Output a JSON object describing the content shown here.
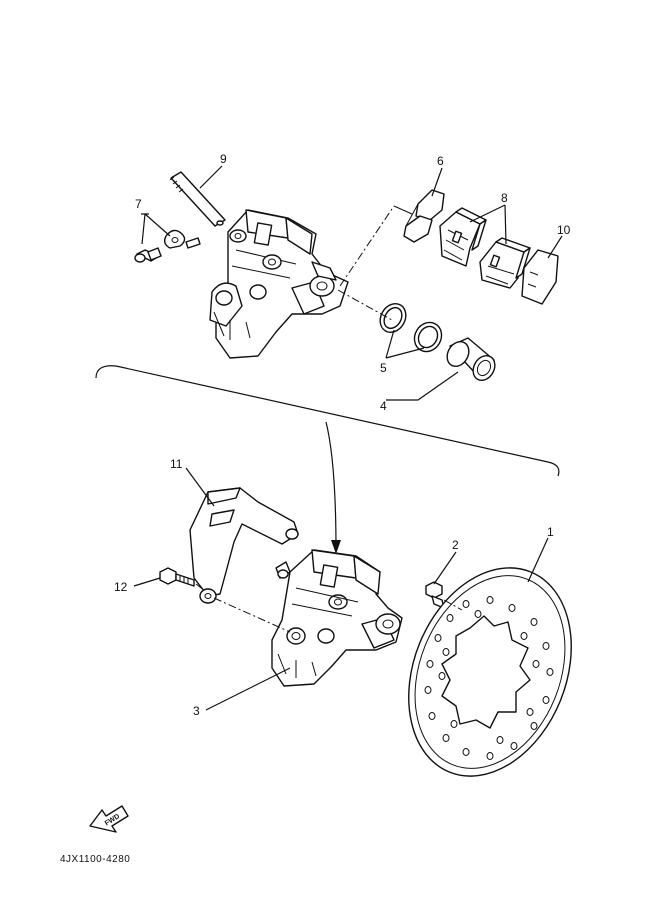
{
  "callouts": {
    "c1": "1",
    "c2": "2",
    "c3": "3",
    "c4": "4",
    "c5": "5",
    "c6": "6",
    "c7": "7",
    "c8": "8",
    "c9": "9",
    "c10": "10",
    "c11": "11",
    "c12": "12"
  },
  "fwd_label": "FWD",
  "drawing_code": "4JX1100-4280"
}
